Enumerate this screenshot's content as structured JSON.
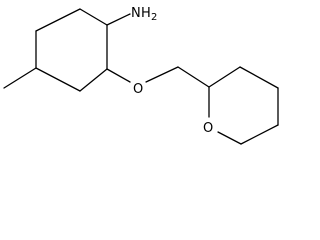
{
  "structure": {
    "atoms": {
      "amine_n": "N",
      "amine_h": "H",
      "amine_subscript": "2",
      "ether_o": "O",
      "ring_o": "O"
    }
  }
}
